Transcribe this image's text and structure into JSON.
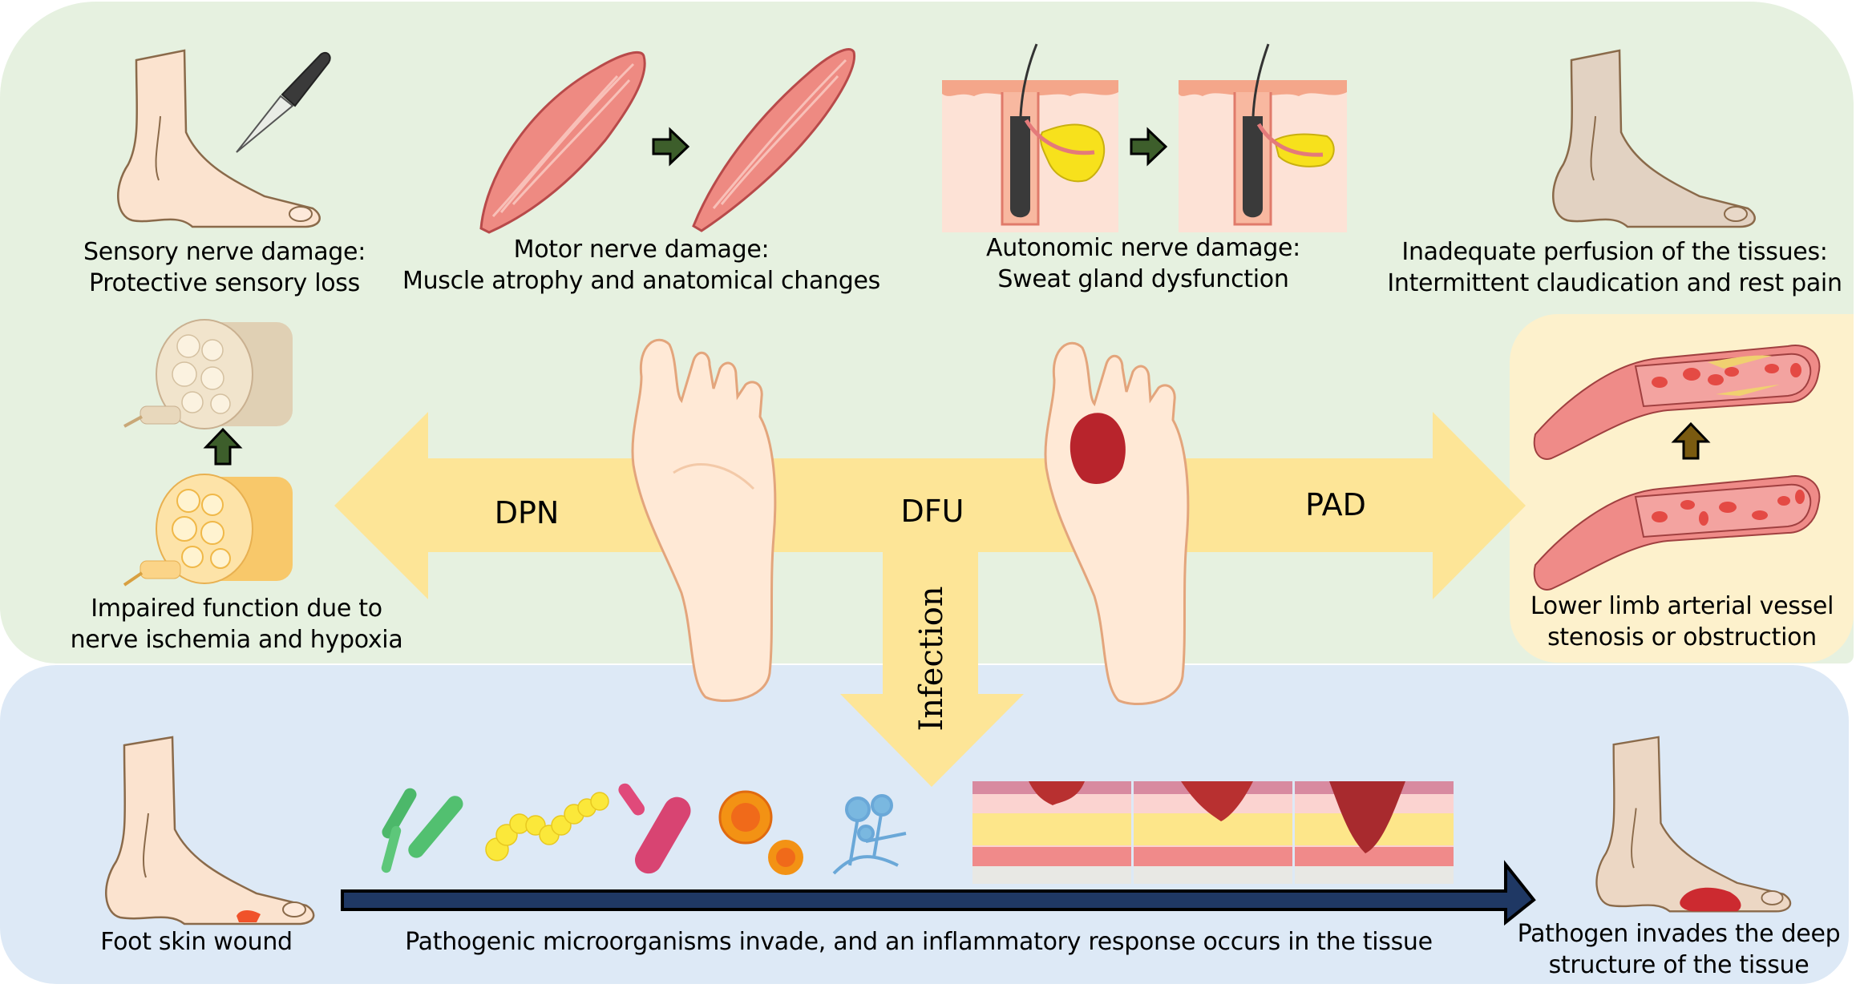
{
  "figure": {
    "colors": {
      "top_panel": "#e6f1e0",
      "bottom_panel": "#dde9f6",
      "pad_box": "#fdf1cc",
      "flow_arrow": "#fde597",
      "timeline_arrow": "#1f3864",
      "small_arrow_green": "#3a5a2a",
      "small_arrow_brown": "#7a5a10"
    },
    "center": {
      "label": "DFU"
    },
    "arrows": {
      "left": "DPN",
      "right": "PAD",
      "down": "Infection"
    },
    "top_row": [
      {
        "id": "sensory",
        "line1": "Sensory nerve damage:",
        "line2": "Protective sensory loss",
        "icons": [
          "side-foot-icon",
          "knife-icon"
        ]
      },
      {
        "id": "motor",
        "line1": "Motor nerve damage:",
        "line2": "Muscle atrophy and anatomical changes",
        "icons": [
          "muscle-normal-icon",
          "arrow-right-icon",
          "muscle-atrophied-icon"
        ]
      },
      {
        "id": "autonomic",
        "line1": "Autonomic nerve damage:",
        "line2": "Sweat gland dysfunction",
        "icons": [
          "skin-sweat-gland-normal-icon",
          "arrow-right-icon",
          "skin-sweat-gland-shrunk-icon"
        ]
      },
      {
        "id": "perfusion",
        "line1": "Inadequate perfusion of the tissues:",
        "line2": "Intermittent claudication and rest pain",
        "icons": [
          "pale-foot-icon"
        ]
      }
    ],
    "dpn_detail": {
      "line1": "Impaired function due to",
      "line2": "nerve ischemia and hypoxia",
      "icons": [
        "healthy-nerve-icon",
        "arrow-up-icon",
        "ischemic-nerve-icon"
      ]
    },
    "pad_detail": {
      "line1": "Lower limb arterial vessel",
      "line2": "stenosis or obstruction",
      "icons": [
        "normal-artery-icon",
        "arrow-up-icon",
        "stenotic-artery-icon"
      ]
    },
    "bottom_row": {
      "start": {
        "line1": "Foot skin wound"
      },
      "middle": {
        "line1": "Pathogenic microorganisms invade, and an inflammatory response occurs in the tissue"
      },
      "end": {
        "line1": "Pathogen invades the deep",
        "line2": "structure of the tissue"
      },
      "microbes": [
        "bacillus-green",
        "streptococcus-yellow",
        "bacillus-pink",
        "coccus-orange",
        "fungus-blue"
      ],
      "skin_stages": [
        "superficial-ulcer",
        "moderate-ulcer",
        "deep-ulcer"
      ]
    }
  }
}
